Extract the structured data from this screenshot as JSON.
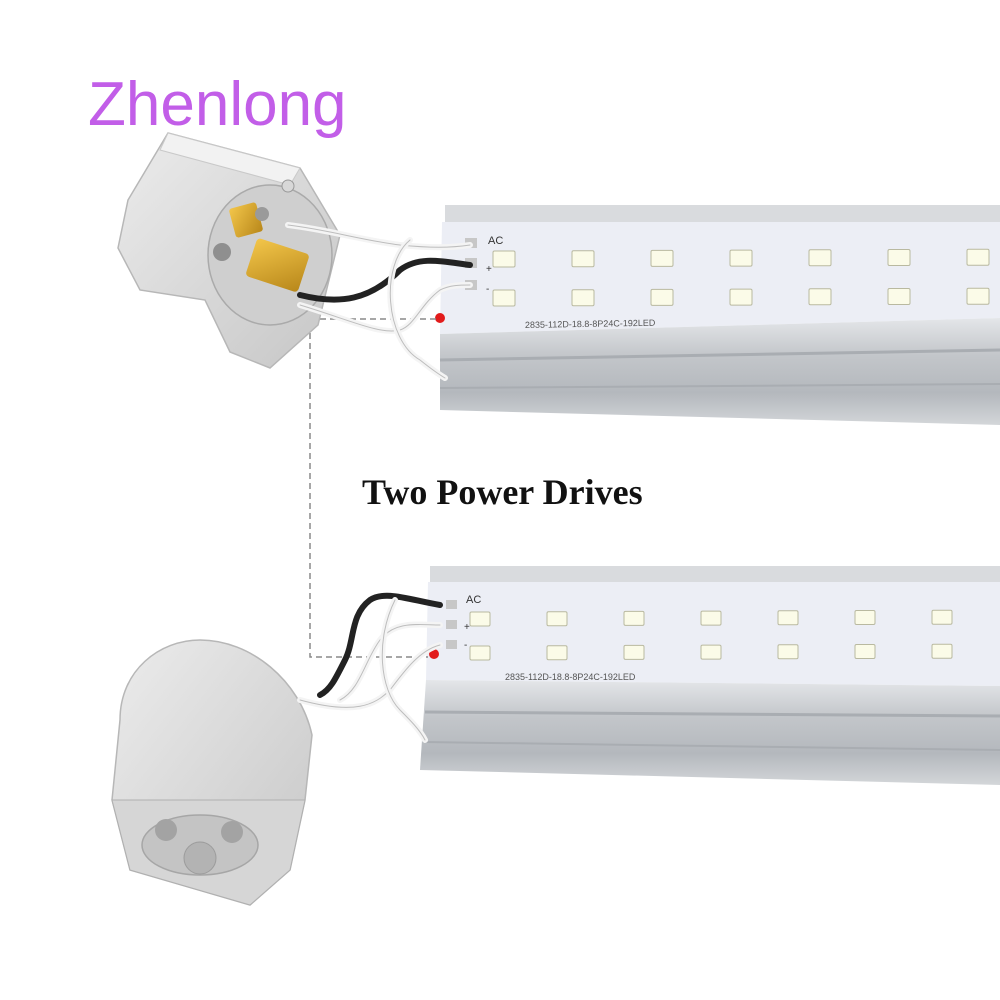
{
  "brand": {
    "name": "Zhenlong",
    "color": "#c25ee8"
  },
  "headline": {
    "text": "Two Power Drives"
  },
  "tube_top": {
    "terminal_labels": [
      "AC",
      "+",
      "-"
    ],
    "pcb_marking": "2835-112D-18.8-8P24C-192LED"
  },
  "tube_bottom": {
    "terminal_labels": [
      "AC",
      "+",
      "-"
    ],
    "pcb_marking": "2835-112D-18.8-8P24C-192LED"
  },
  "colors": {
    "aluminum": "#c9ccd0",
    "pcb": "#eeeef6",
    "led": "#fbfbe8",
    "socket": "#dcdcdc",
    "marker": "#e21b1b",
    "dashed_line": "#8a8a8a"
  }
}
